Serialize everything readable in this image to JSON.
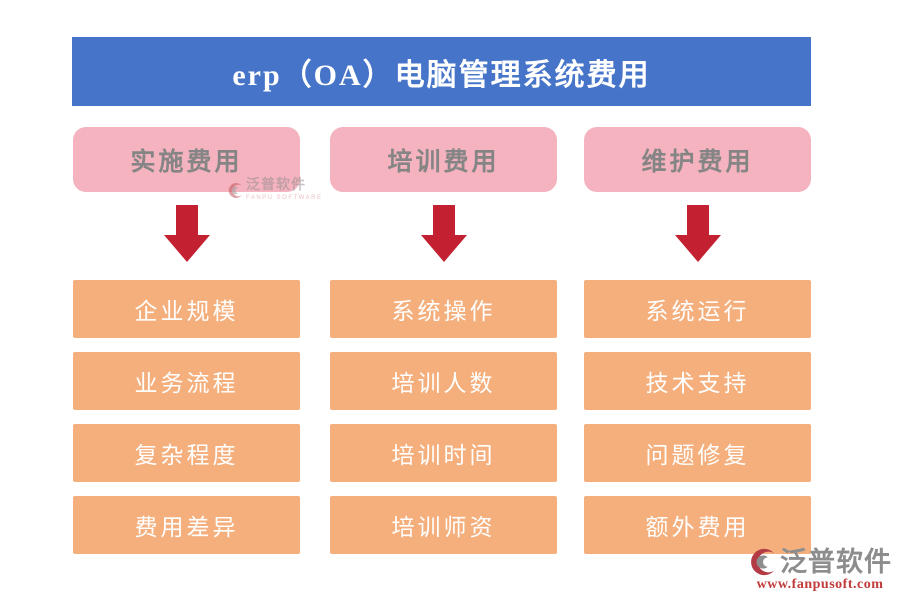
{
  "title": "erp（OA）电脑管理系统费用",
  "colors": {
    "banner_blue": "#4574C8",
    "header_pink": "#F4B3BE",
    "item_orange": "#F4AF7C",
    "arrow_red": "#C32032",
    "header_text_gray": "#858585",
    "item_text_white": "#FFFFFF",
    "brand_red": "#C23B3B",
    "brand_gray": "#8D8D8D"
  },
  "columns": [
    {
      "header": "实施费用",
      "items": [
        "企业规模",
        "业务流程",
        "复杂程度",
        "费用差异"
      ]
    },
    {
      "header": "培训费用",
      "items": [
        "系统操作",
        "培训人数",
        "培训时间",
        "培训师资"
      ]
    },
    {
      "header": "维护费用",
      "items": [
        "系统运行",
        "技术支持",
        "问题修复",
        "额外费用"
      ]
    }
  ],
  "watermark": {
    "brand": "泛普软件",
    "subtext": "FANPU SOFTWARE"
  },
  "logo": {
    "brand": "泛普软件",
    "url": "www.fanpusoft.com"
  }
}
